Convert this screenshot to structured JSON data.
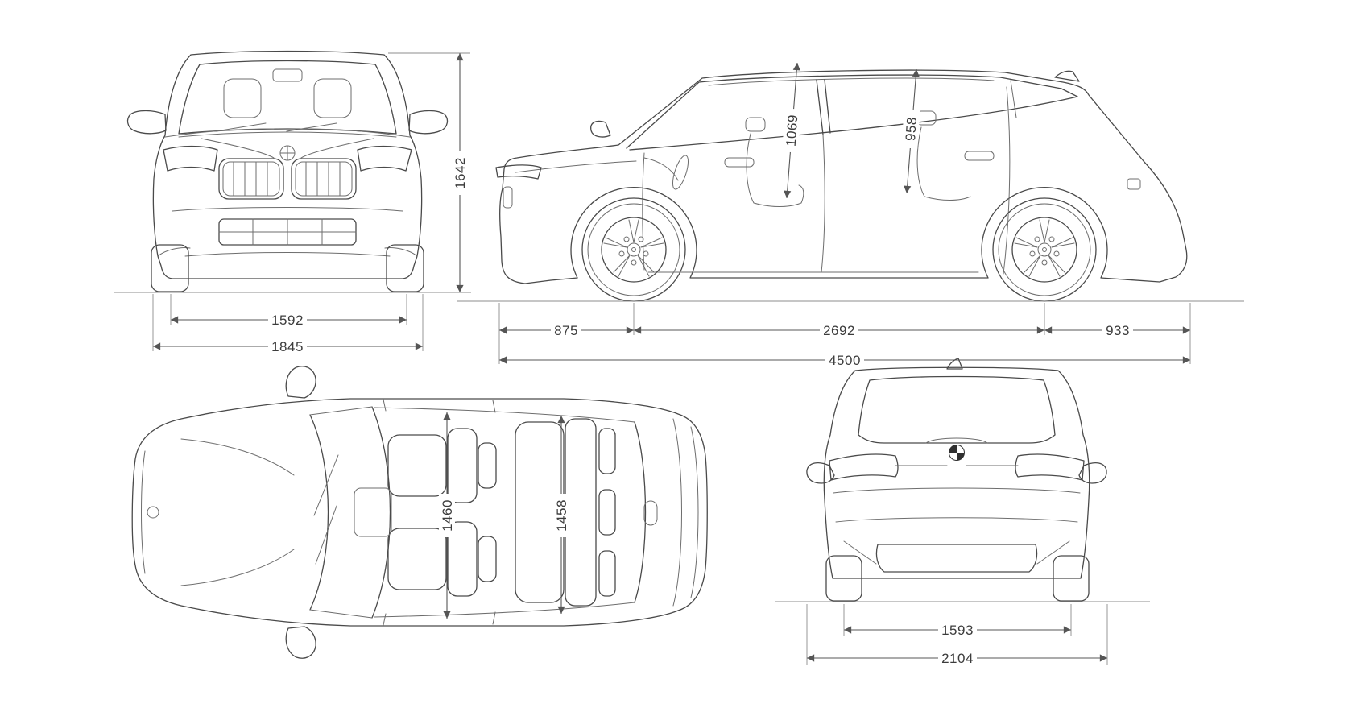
{
  "colors": {
    "line": "#4a4a4a",
    "dimension_line": "#575757",
    "label_text": "#3c3c3c",
    "background": "#ffffff"
  },
  "icons": {
    "brand": "bmw-roundel-icon",
    "antenna": "shark-fin-antenna"
  },
  "views": {
    "front": {
      "dims": {
        "track": "1592",
        "width": "1845",
        "height": "1642"
      }
    },
    "side": {
      "dims": {
        "front_headroom": "1069",
        "rear_headroom": "958",
        "front_overhang": "875",
        "wheelbase": "2692",
        "rear_overhang": "933",
        "length": "4500"
      }
    },
    "top": {
      "dims": {
        "cabin_width_front": "1460",
        "cabin_width_rear": "1458"
      }
    },
    "rear": {
      "dims": {
        "track": "1593",
        "width_incl_mirrors": "2104"
      }
    }
  }
}
